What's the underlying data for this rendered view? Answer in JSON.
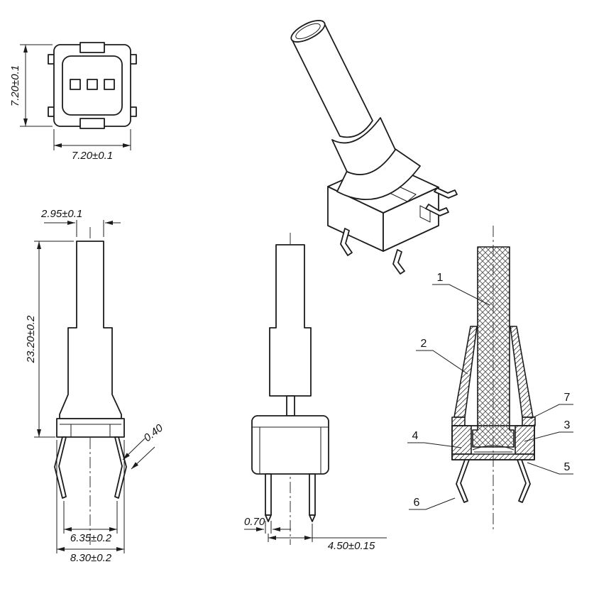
{
  "page": {
    "background": "#ffffff",
    "line_color": "#1c1c1c"
  },
  "top_view": {
    "height_dim": "7.20±0.1",
    "width_dim": "7.20±0.1"
  },
  "front_view": {
    "plunger_width_dim": "2.95±0.1",
    "height_dim": "23.20±0.2",
    "pin_thickness_dim": "0.40",
    "pin_span_dim": "6.35±0.2",
    "body_width_dim": "8.30±0.2"
  },
  "side_view": {
    "pin_width_dim": "0.70",
    "pin_pitch_dim": "4.50±0.15"
  },
  "section_view": {
    "parts": [
      "1",
      "2",
      "3",
      "4",
      "5",
      "6",
      "7"
    ]
  }
}
